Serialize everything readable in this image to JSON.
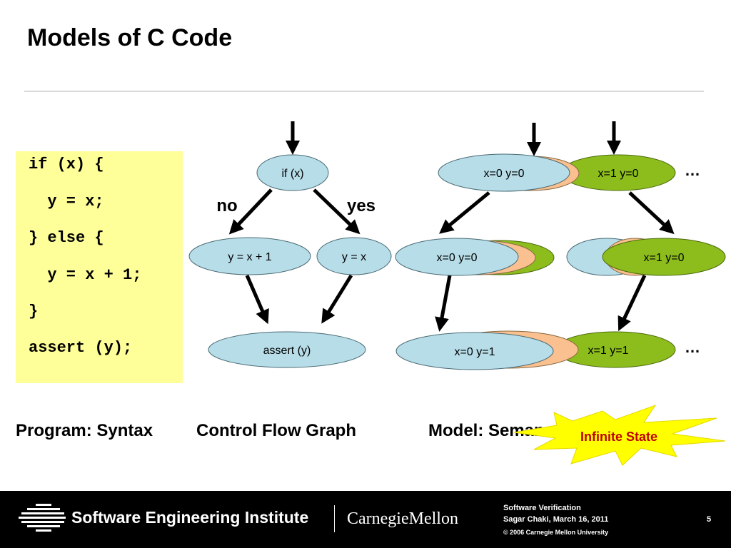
{
  "slide": {
    "title": "Models of C Code"
  },
  "code": {
    "lines": [
      "if (x) {",
      "  y = x;",
      "} else {",
      "  y = x + 1;",
      "}",
      "assert (y);"
    ]
  },
  "cfg": {
    "node_if": "if (x)",
    "node_else": "y = x + 1",
    "node_then": "y = x",
    "node_assert": "assert (y)",
    "label_no": "no",
    "label_yes": "yes"
  },
  "model": {
    "top_left": "x=0 y=0",
    "top_right": "x=1 y=0",
    "mid_left": "x=0 y=0",
    "mid_right": "x=1 y=0",
    "bot_left": "x=0 y=1",
    "bot_right": "x=1 y=1",
    "ellipsis_top": "…",
    "ellipsis_bottom": "…",
    "infinite_state": "Infinite State"
  },
  "captions": {
    "program": "Program: Syntax",
    "cfg": "Control Flow Graph",
    "model": "Model: Seman"
  },
  "footer": {
    "institute": "Software Engineering Institute",
    "university": "CarnegieMellon",
    "course": "Software Verification",
    "author_date": "Sagar Chaki, March 16, 2011",
    "copyright": "© 2006 Carnegie Mellon University",
    "page": "5"
  },
  "colors": {
    "code_bg": "#ffff99",
    "node_blue": "#b7dde8",
    "node_green": "#8cbd1c",
    "node_peach": "#fac090",
    "starburst": "#ffff00",
    "footer_bg": "#000000"
  }
}
